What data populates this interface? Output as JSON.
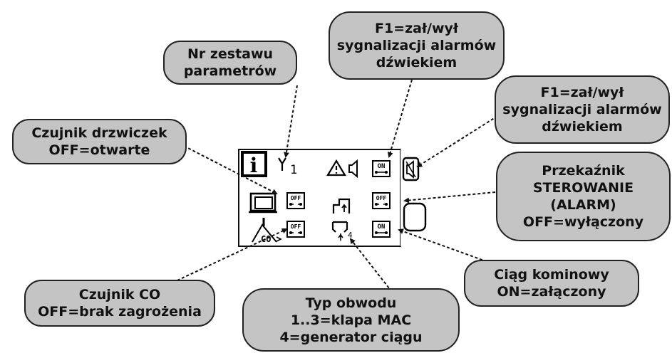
{
  "callouts": {
    "param_set": {
      "lines": [
        "Nr zestawu",
        "parametrów"
      ]
    },
    "f1_top": {
      "lines": [
        "F1=zał/wył",
        "sygnalizacji alarmów",
        "dźwiekiem"
      ]
    },
    "f1_right": {
      "lines": [
        "F1=zał/wył",
        "sygnalizacji alarmów",
        "dźwiekiem"
      ]
    },
    "door_sensor": {
      "lines": [
        "Czujnik drzwiczek",
        "OFF=otwarte"
      ]
    },
    "relay": {
      "lines": [
        "Przekaźnik",
        "STEROWANIE",
        "(ALARM)",
        "OFF=wyłączony"
      ]
    },
    "chimney": {
      "lines": [
        "Ciąg kominowy",
        "ON=załączony"
      ]
    },
    "co_sensor": {
      "lines": [
        "Czujnik CO",
        "OFF=brak zagrożenia"
      ]
    },
    "circuit_type": {
      "lines": [
        "Typ obwodu",
        "1..3=klapa MAC",
        "4=generator ciągu"
      ]
    }
  },
  "lcd": {
    "info_icon": "i",
    "param_number": "1",
    "circuit_number": "4",
    "switches": {
      "alarm_sound": "ON",
      "door": "OFF",
      "relay": "OFF",
      "co": "OFF",
      "chimney": "ON"
    }
  },
  "icons": [
    "info-icon",
    "param-set-icon",
    "warning-speaker-icon",
    "speaker-muted-icon",
    "door-icon",
    "draft-flap-icon",
    "co-sensor-icon",
    "circuit-icon",
    "relay-indicator-icon"
  ]
}
